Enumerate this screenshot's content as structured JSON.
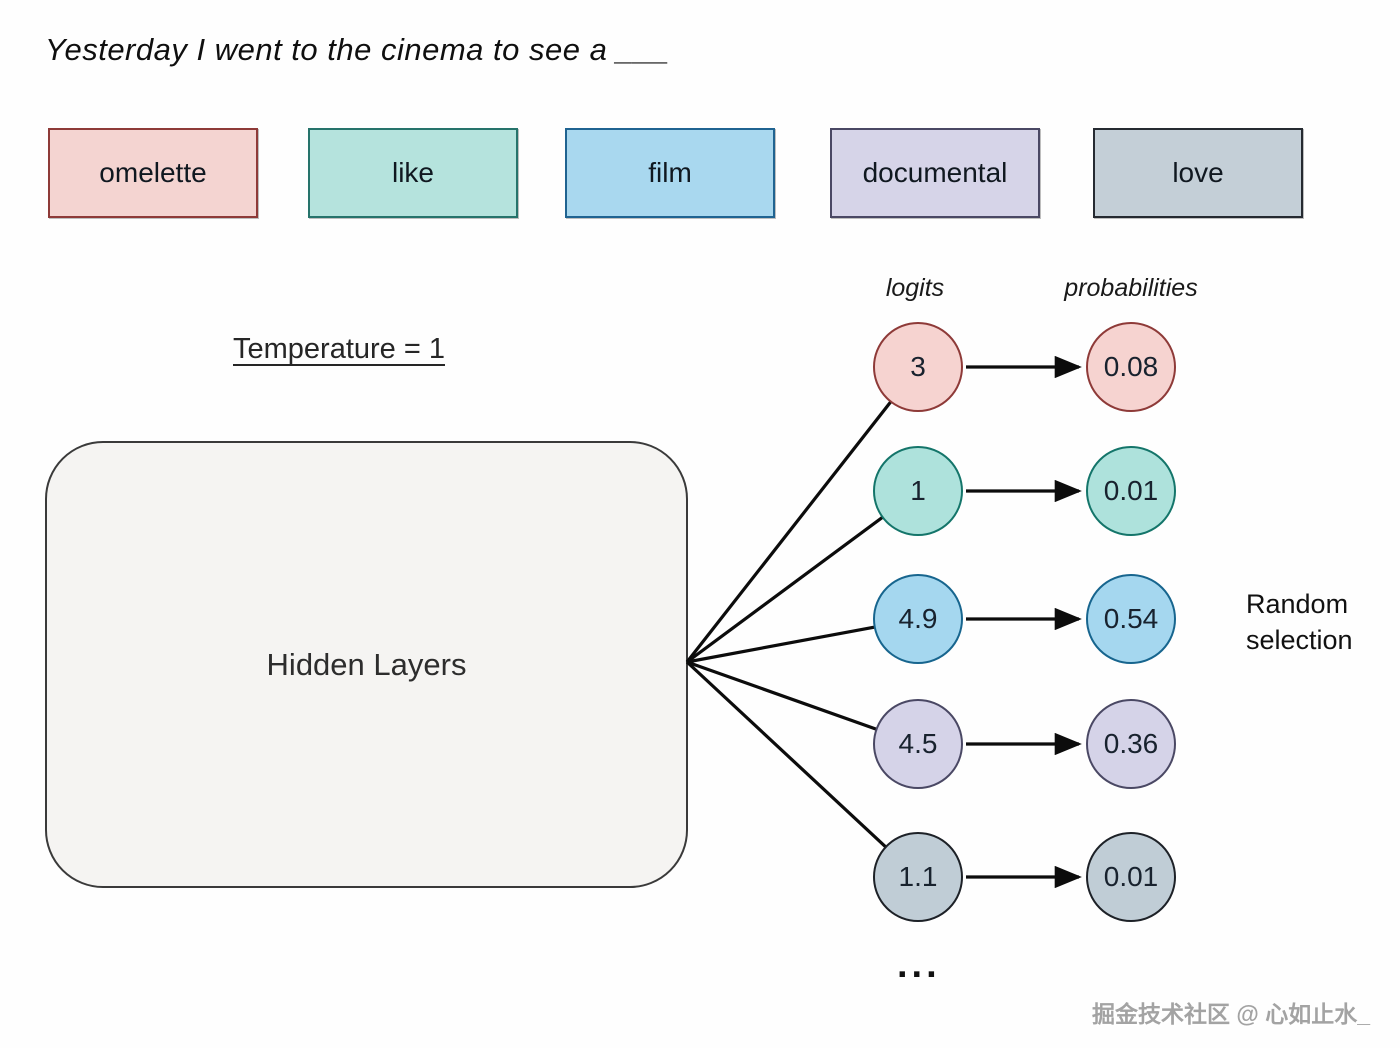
{
  "title": "Yesterday I went to the cinema to see a ___",
  "tokens": [
    {
      "label": "omelette",
      "fill": "#f4d4d1",
      "border": "#8e3a38"
    },
    {
      "label": "like",
      "fill": "#b5e3dd",
      "border": "#26736b"
    },
    {
      "label": "film",
      "fill": "#a9d8ef",
      "border": "#1f6391"
    },
    {
      "label": "documental",
      "fill": "#d6d4e8",
      "border": "#4a4864"
    },
    {
      "label": "love",
      "fill": "#c4cfd7",
      "border": "#252a31"
    }
  ],
  "temperature_label": "Temperature = 1",
  "hidden_layers_label": "Hidden Layers",
  "column_headers": {
    "logits": "logits",
    "probabilities": "probabilities"
  },
  "rows": [
    {
      "logit": "3",
      "probability": "0.08",
      "fill": "#f6d3d0",
      "border": "#8e3a38"
    },
    {
      "logit": "1",
      "probability": "0.01",
      "fill": "#aee2dc",
      "border": "#14756a"
    },
    {
      "logit": "4.9",
      "probability": "0.54",
      "fill": "#a5d7ef",
      "border": "#17658e"
    },
    {
      "logit": "4.5",
      "probability": "0.36",
      "fill": "#d5d3e8",
      "border": "#4a4864"
    },
    {
      "logit": "1.1",
      "probability": "0.01",
      "fill": "#c0cdd6",
      "border": "#1d2127"
    }
  ],
  "random_selection_label": "Random selection",
  "ellipsis": "...",
  "watermark": "掘金技术社区 @ 心如止水_",
  "colors": {
    "line": "#0c0c0c",
    "hidden_box_fill": "#f5f4f2",
    "background": "#fefefe"
  }
}
